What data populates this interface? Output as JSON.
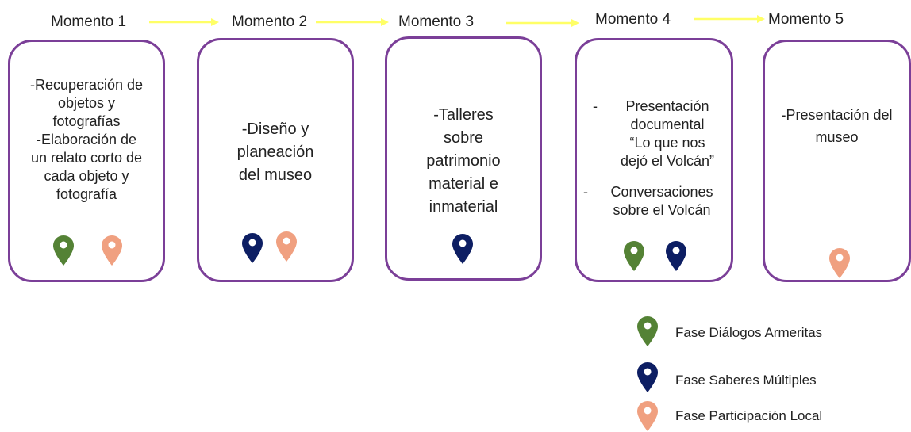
{
  "colors": {
    "border": "#7b3f98",
    "arrow": "#ffff66",
    "dialogos": "#548235",
    "saberes": "#0d1e63",
    "participacion": "#f0a080"
  },
  "moments": [
    {
      "title": "Momento 1",
      "text": "-Recuperación de\nobjetos y\nfotografías\n-Elaboración de\nun relato corto de\ncada objeto y\nfotografía",
      "pins": [
        "dialogos",
        "participacion"
      ]
    },
    {
      "title": "Momento 2",
      "text": "-Diseño y\nplaneación\ndel museo",
      "pins": [
        "saberes",
        "participacion"
      ]
    },
    {
      "title": "Momento 3",
      "text": "-Talleres\nsobre\npatrimonio\nmaterial e\ninmaterial",
      "pins": [
        "saberes"
      ]
    },
    {
      "title": "Momento 4",
      "item1": "Presentación\ndocumental\n“Lo que nos\ndejó el Volcán”",
      "item2": "Conversaciones\nsobre el Volcán",
      "bullet": "-",
      "pins": [
        "dialogos",
        "saberes"
      ]
    },
    {
      "title": "Momento 5",
      "text": "-Presentación del\nmuseo",
      "pins": [
        "participacion"
      ]
    }
  ],
  "legend": [
    {
      "phase": "dialogos",
      "label": "Fase Diálogos Armeritas"
    },
    {
      "phase": "saberes",
      "label": "Fase Saberes Múltiples"
    },
    {
      "phase": "participacion",
      "label": "Fase Participación Local"
    }
  ]
}
